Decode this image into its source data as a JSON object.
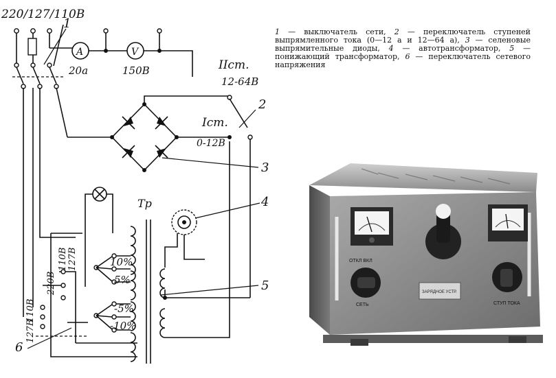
{
  "diagram": {
    "mains_label": "220/127/110В",
    "ammeter": {
      "symbol": "A",
      "rating": "20а"
    },
    "voltmeter": {
      "symbol": "V",
      "rating": "150В"
    },
    "stage2_label": "IIст.",
    "stage2_range": "12-64В",
    "stage1_label": "Iст.",
    "stage1_range": "0-12В",
    "transformer_label": "Тр",
    "taps": {
      "plus10": "10%",
      "plus5": "5%",
      "minus5": "-5%",
      "minus10": "-10%"
    },
    "voltage_taps": {
      "v220": "220В",
      "v110": "110В",
      "v127": "127В"
    },
    "side_taps": {
      "v110": "110В",
      "v127": "127В"
    },
    "callouts": [
      "1",
      "2",
      "3",
      "4",
      "5",
      "6"
    ]
  },
  "caption": {
    "items": [
      {
        "num": "1",
        "text": "выключатель сети,"
      },
      {
        "num": "2",
        "text": "переключатель ступеней выпрямленного тока (0—12 а и 12—64 а),"
      },
      {
        "num": "3",
        "text": "селеновые выпрямительные диоды,"
      },
      {
        "num": "4",
        "text": "автотрансформатор,"
      },
      {
        "num": "5",
        "text": "понижающий трансформатор,"
      },
      {
        "num": "6",
        "text": "переключатель сетевого напряжения"
      }
    ]
  },
  "photo": {
    "front_left_label": "ОТКЛ ВКЛ",
    "front_left_small": "СЕТЬ",
    "front_right_label": "СТУП ТОКА",
    "plate_text": "ЗАРЯДНОЕ УСТР."
  }
}
